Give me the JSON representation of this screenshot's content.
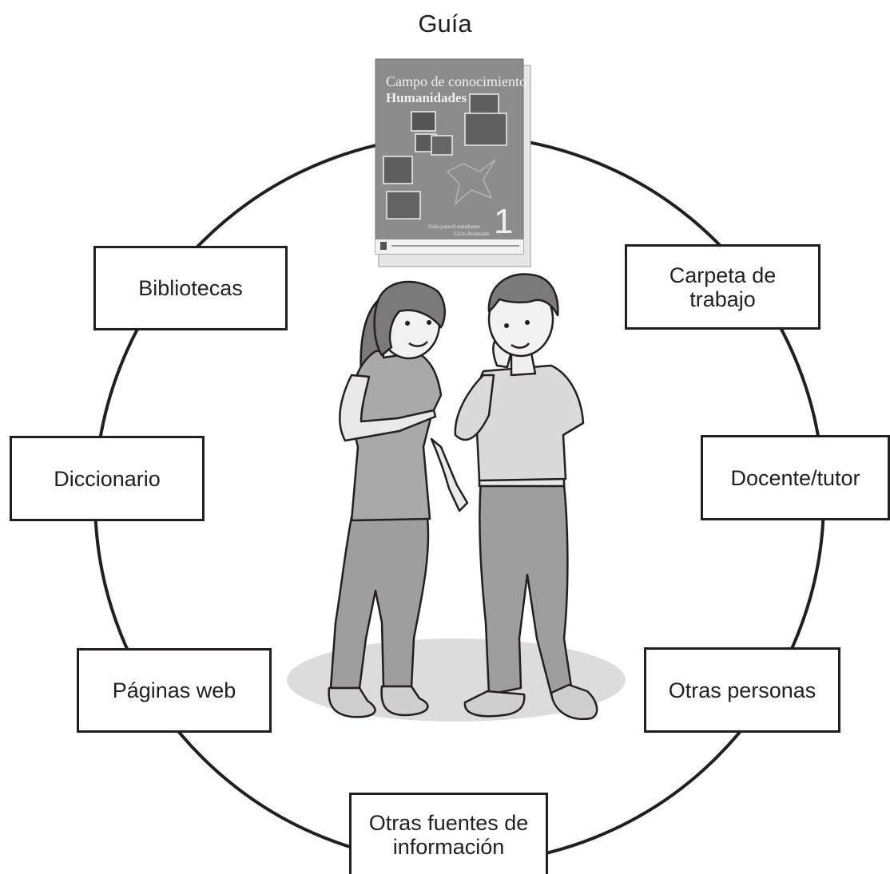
{
  "title": "Guía",
  "nodes": {
    "bibliotecas": "Bibliotecas",
    "carpeta": "Carpeta de trabajo",
    "diccionario": "Diccionario",
    "docente": "Docente/tutor",
    "paginas_web": "Páginas web",
    "otras_personas": "Otras personas",
    "otras_fuentes": "Otras fuentes de información"
  },
  "guide_book": {
    "line1": "Campo de conocimiento",
    "line2": "Humanidades",
    "number": "1",
    "subtitle1": "Guía para el estudiante",
    "subtitle2": "Ciclo Avanzado"
  },
  "colors": {
    "outline": "#231f20",
    "ground_shadow": "#dcdcdc",
    "book_cover": "#8a8a8a",
    "clothes_light": "#d9d9d9",
    "pants": "#9e9e9e"
  }
}
